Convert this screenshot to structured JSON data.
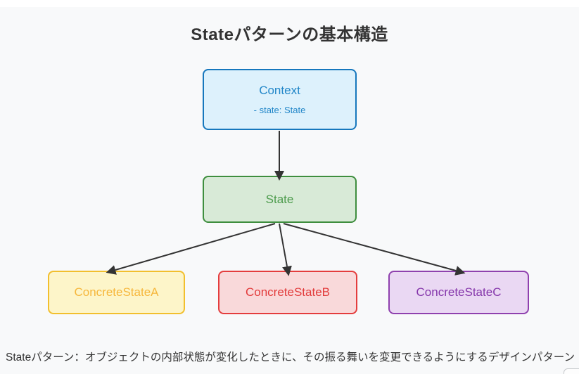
{
  "page": {
    "background_color": "#f8f9fa",
    "top_strip_color": "#ffffff"
  },
  "diagram": {
    "title": "Stateパターンの基本構造",
    "arrow_color": "#333333",
    "nodes": {
      "context": {
        "label": "Context",
        "attribute": "- state: State",
        "fill": "#ddf1fc",
        "stroke": "#1677bd",
        "text_color": "#2186c8"
      },
      "state": {
        "label": "State",
        "fill": "#d8ead7",
        "stroke": "#3e8e3e",
        "text_color": "#4c9b4c"
      },
      "concrete_a": {
        "label": "ConcreteStateA",
        "fill": "#fdf5c9",
        "stroke": "#f2bf2d",
        "text_color": "#f6b73c"
      },
      "concrete_b": {
        "label": "ConcreteStateB",
        "fill": "#f9d9da",
        "stroke": "#e43d3d",
        "text_color": "#e23b3b"
      },
      "concrete_c": {
        "label": "ConcreteStateC",
        "fill": "#ead8f3",
        "stroke": "#8f41ae",
        "text_color": "#8536ab"
      }
    },
    "edges": [
      {
        "from": "Context",
        "to": "State"
      },
      {
        "from": "State",
        "to": "ConcreteStateA"
      },
      {
        "from": "State",
        "to": "ConcreteStateB"
      },
      {
        "from": "State",
        "to": "ConcreteStateC"
      }
    ]
  },
  "caption": {
    "text": "Stateパターン：オブジェクトの内部状態が変化したときに、その振る舞いを変更できるようにするデザインパターン"
  }
}
